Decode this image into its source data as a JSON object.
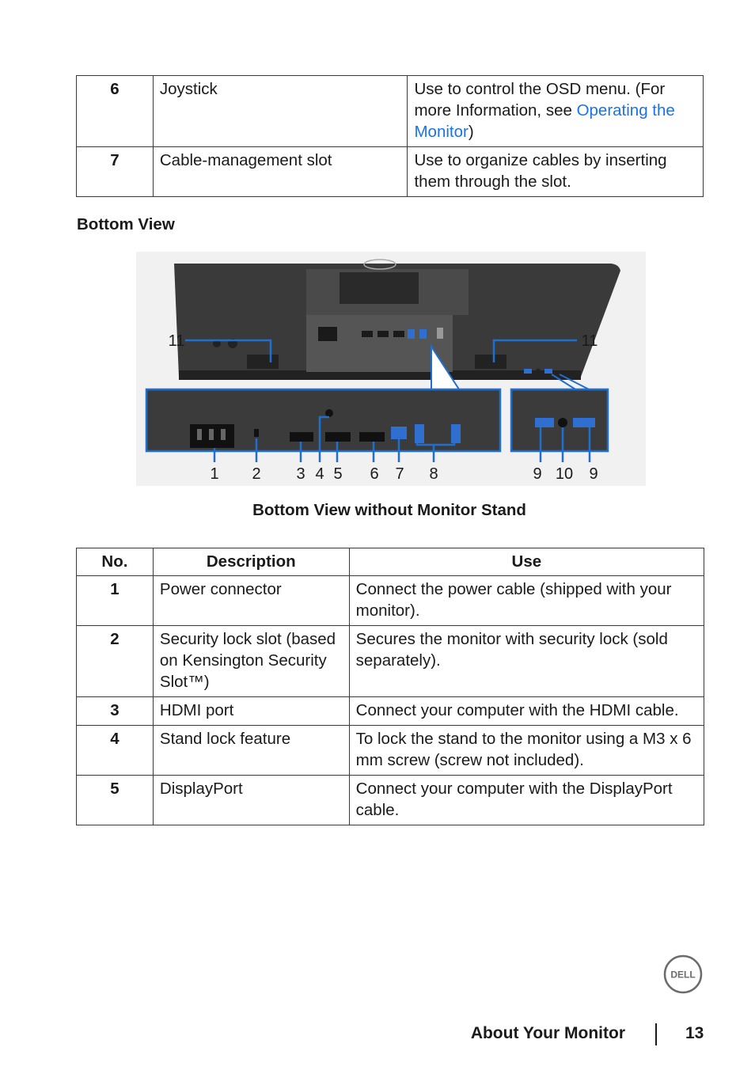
{
  "top_table": {
    "rows": [
      {
        "no": "6",
        "description": "Joystick",
        "use_pre": "Use to control the OSD menu. (For more Information, see ",
        "use_link": "Operating the Monitor",
        "use_post": ")"
      },
      {
        "no": "7",
        "description": "Cable-management slot",
        "use": "Use to organize cables by inserting them through the slot."
      }
    ]
  },
  "bottom_view_heading": "Bottom View",
  "figure": {
    "callouts": {
      "c1": "1",
      "c2": "2",
      "c3": "3",
      "c4": "4",
      "c5": "5",
      "c6": "6",
      "c7": "7",
      "c8": "8",
      "c9a": "9",
      "c10": "10",
      "c9b": "9",
      "c11a": "11",
      "c11b": "11"
    },
    "colors": {
      "callout_frame": "#1f6fd1",
      "monitor_body": "#2d2d2d"
    }
  },
  "figure_caption": "Bottom View without Monitor Stand",
  "main_table": {
    "headers": {
      "no": "No.",
      "description": "Description",
      "use": "Use"
    },
    "rows": [
      {
        "no": "1",
        "description": "Power connector",
        "use": "Connect the power cable (shipped with your monitor)."
      },
      {
        "no": "2",
        "description": "Security lock slot (based on Kensington Security Slot™)",
        "use": "Secures the monitor with security lock (sold separately)."
      },
      {
        "no": "3",
        "description": "HDMI port",
        "use": "Connect your computer with the HDMI cable."
      },
      {
        "no": "4",
        "description": "Stand lock feature",
        "use": "To lock the stand to the monitor using a M3 x 6 mm screw (screw not included)."
      },
      {
        "no": "5",
        "description": "DisplayPort",
        "use": "Connect your computer with the DisplayPort cable."
      }
    ]
  },
  "footer": {
    "section_title": "About Your Monitor",
    "page_number": "13",
    "logo_text": "DELL"
  }
}
